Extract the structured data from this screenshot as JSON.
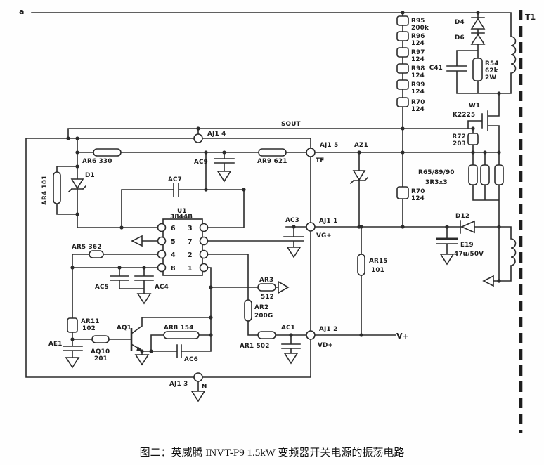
{
  "caption": "图二：英威腾 INVT-P9 1.5kW 变频器开关电源的振荡电路",
  "page_label": "a",
  "transformer": "T1",
  "signals": {
    "sout": "SOUT",
    "tf": "TF",
    "n": "N",
    "vg": "VG+",
    "vd": "VD+",
    "vplus": "V+"
  },
  "connector": {
    "aj4": "AJ1 4",
    "aj5": "AJ1 5",
    "aj1": "AJ1 1",
    "aj2": "AJ1 2",
    "aj3": "AJ1 3"
  },
  "ic": {
    "ref": "U1",
    "part": "3844B",
    "pins_left": [
      "6",
      "5",
      "4",
      "8"
    ],
    "pins_right": [
      "3",
      "7",
      "2",
      "1"
    ]
  },
  "chain": [
    {
      "r": "R95",
      "v": "200k"
    },
    {
      "r": "R96",
      "v": "124"
    },
    {
      "r": "R97",
      "v": "124"
    },
    {
      "r": "R98",
      "v": "124"
    },
    {
      "r": "R99",
      "v": "124"
    },
    {
      "r": "R70",
      "v": "124"
    }
  ],
  "parts": {
    "d4": "D4",
    "d6": "D6",
    "c41": "C41",
    "r54": "R54",
    "r54v1": "62k",
    "r54v2": "2W",
    "w1": "W1",
    "w1part": "K2225",
    "r72": "R72",
    "r72v": "203",
    "r65": "R65/89/90",
    "r65v": "3R3x3",
    "r70": "R70",
    "r70v": "124",
    "d12": "D12",
    "e19": "E19",
    "e19v": "47u/50V",
    "az1": "AZ1",
    "ac9": "AC9",
    "ar9": "AR9 621",
    "ar6": "AR6 330",
    "d1": "D1",
    "ar4": "AR4 101",
    "ac7": "AC7",
    "ar5": "AR5 362",
    "ac5": "AC5",
    "ac4": "AC4",
    "ar11": "AR11",
    "ar11v": "102",
    "ae1": "AE1",
    "aq10": "AQ10",
    "aq10v": "201",
    "aq1": "AQ1",
    "ar8": "AR8 154",
    "ac6": "AC6",
    "ar3": "AR3",
    "ar3v": "512",
    "ar2": "AR2",
    "ar2v": "200G",
    "ar1": "AR1 502",
    "ac1": "AC1",
    "ar15": "AR15",
    "ar15v": "101",
    "ac3": "AC3"
  }
}
